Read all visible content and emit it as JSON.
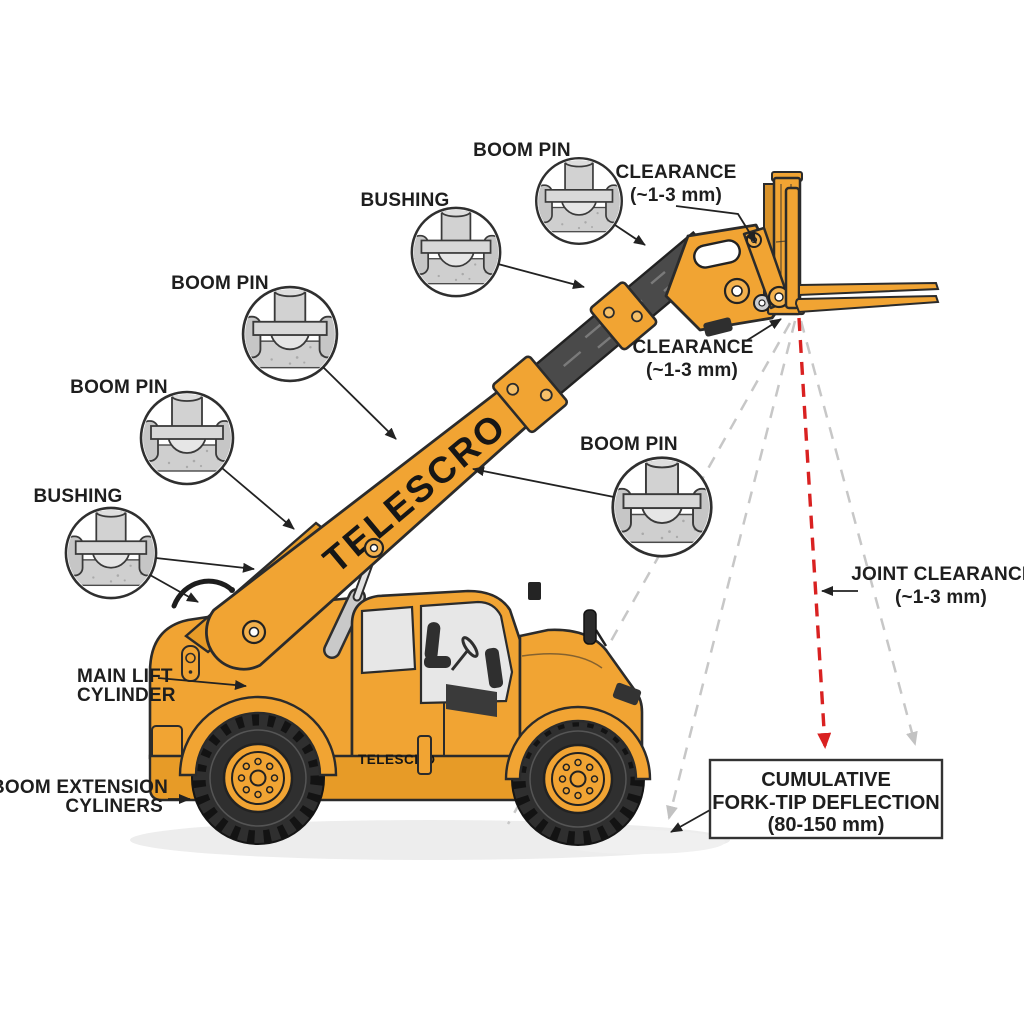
{
  "diagram": {
    "labels": {
      "boom_pin_top": "BOOM PIN",
      "bushing_top": "BUSHING",
      "boom_pin_mid": "BOOM PIN",
      "boom_pin_left": "BOOM PIN",
      "bushing_left": "BUSHING",
      "boom_pin_right": "BOOM PIN",
      "clearance_top_1": "CLEARANCE",
      "clearance_top_2": "(~1-3 mm)",
      "clearance_mid_1": "CLEARANCE",
      "clearance_mid_2": "(~1-3 mm)",
      "joint_clearance_1": "JOINT CLEARANCE",
      "joint_clearance_2": "(~1-3 mm)",
      "main_lift_1": "MAIN LIFT",
      "main_lift_2": "CYLINDER",
      "boom_ext_1": "BOOM EXTENSION",
      "boom_ext_2": "CYLINERS",
      "deflection_1": "CUMULATIVE",
      "deflection_2": "FORK-TIP DEFLECTION",
      "deflection_3": "(80-150 mm)"
    },
    "brand": {
      "boom": "TELESCRO",
      "body": "TELESCRO"
    },
    "colors": {
      "machine_orange": "#F1A433",
      "orange_shade": "#E79B27",
      "boom_inner_dark": "#4A4A4A",
      "outline": "#2B2B2B",
      "detail_gray": "#CFCFCF",
      "deflection_red": "#D92121",
      "deflection_gray": "#C7C7C7"
    }
  }
}
